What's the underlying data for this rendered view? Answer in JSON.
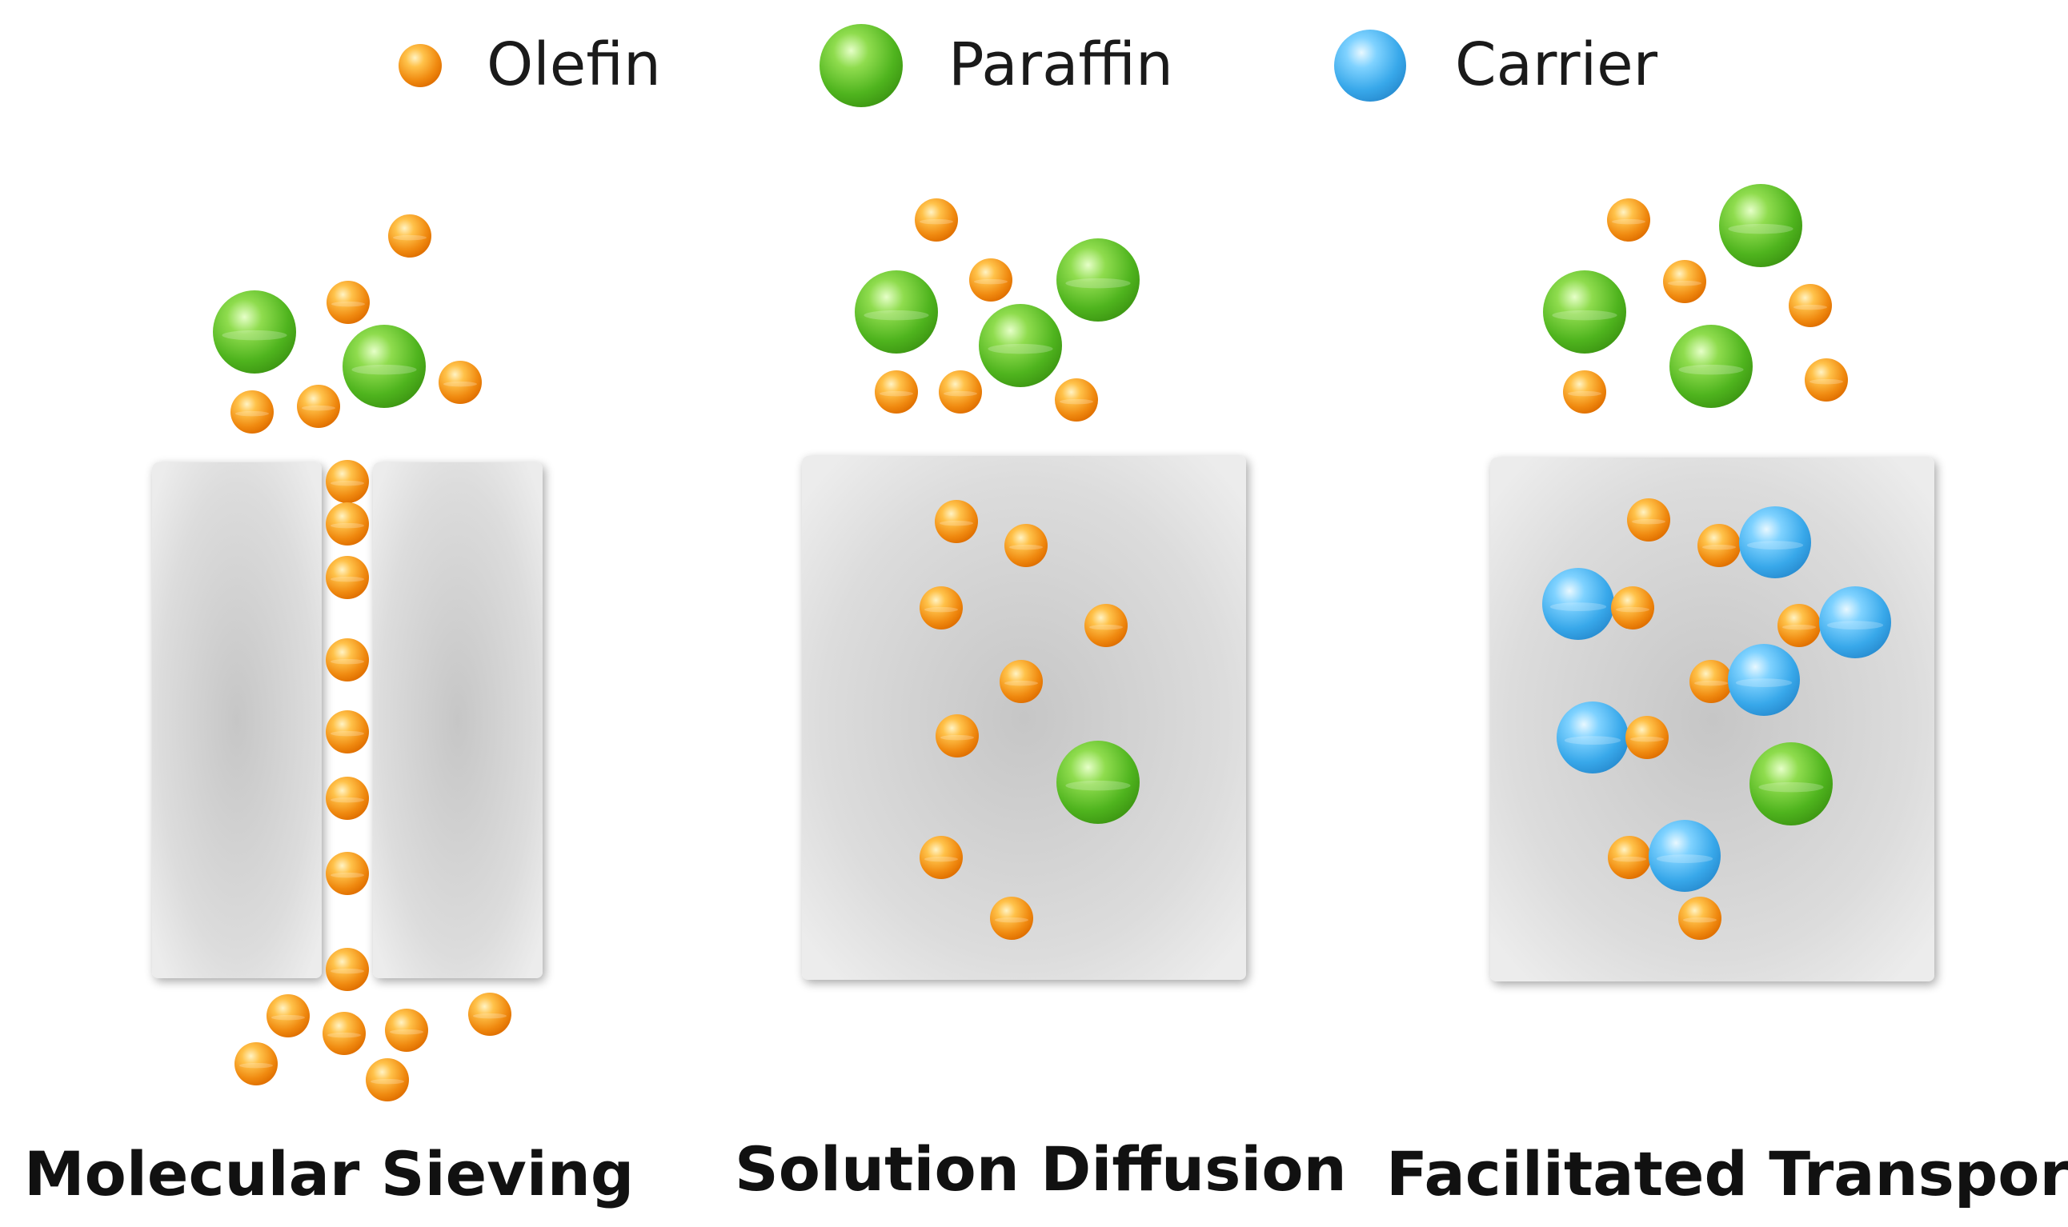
{
  "legend": {
    "olefin_label": "Olefin",
    "paraffin_label": "Paraffin",
    "carrier_label": "Carrier"
  },
  "panels": {
    "molecular_sieving": {
      "title": "Molecular Sieving"
    },
    "solution_diffusion": {
      "title": "Solution Diffusion"
    },
    "facilitated_transport": {
      "title": "Facilitated Transport"
    }
  },
  "colors": {
    "olefin": "#f39a1e",
    "paraffin": "#5fbf2a",
    "carrier": "#3fb0ee",
    "membrane": "#d8d8d8"
  }
}
